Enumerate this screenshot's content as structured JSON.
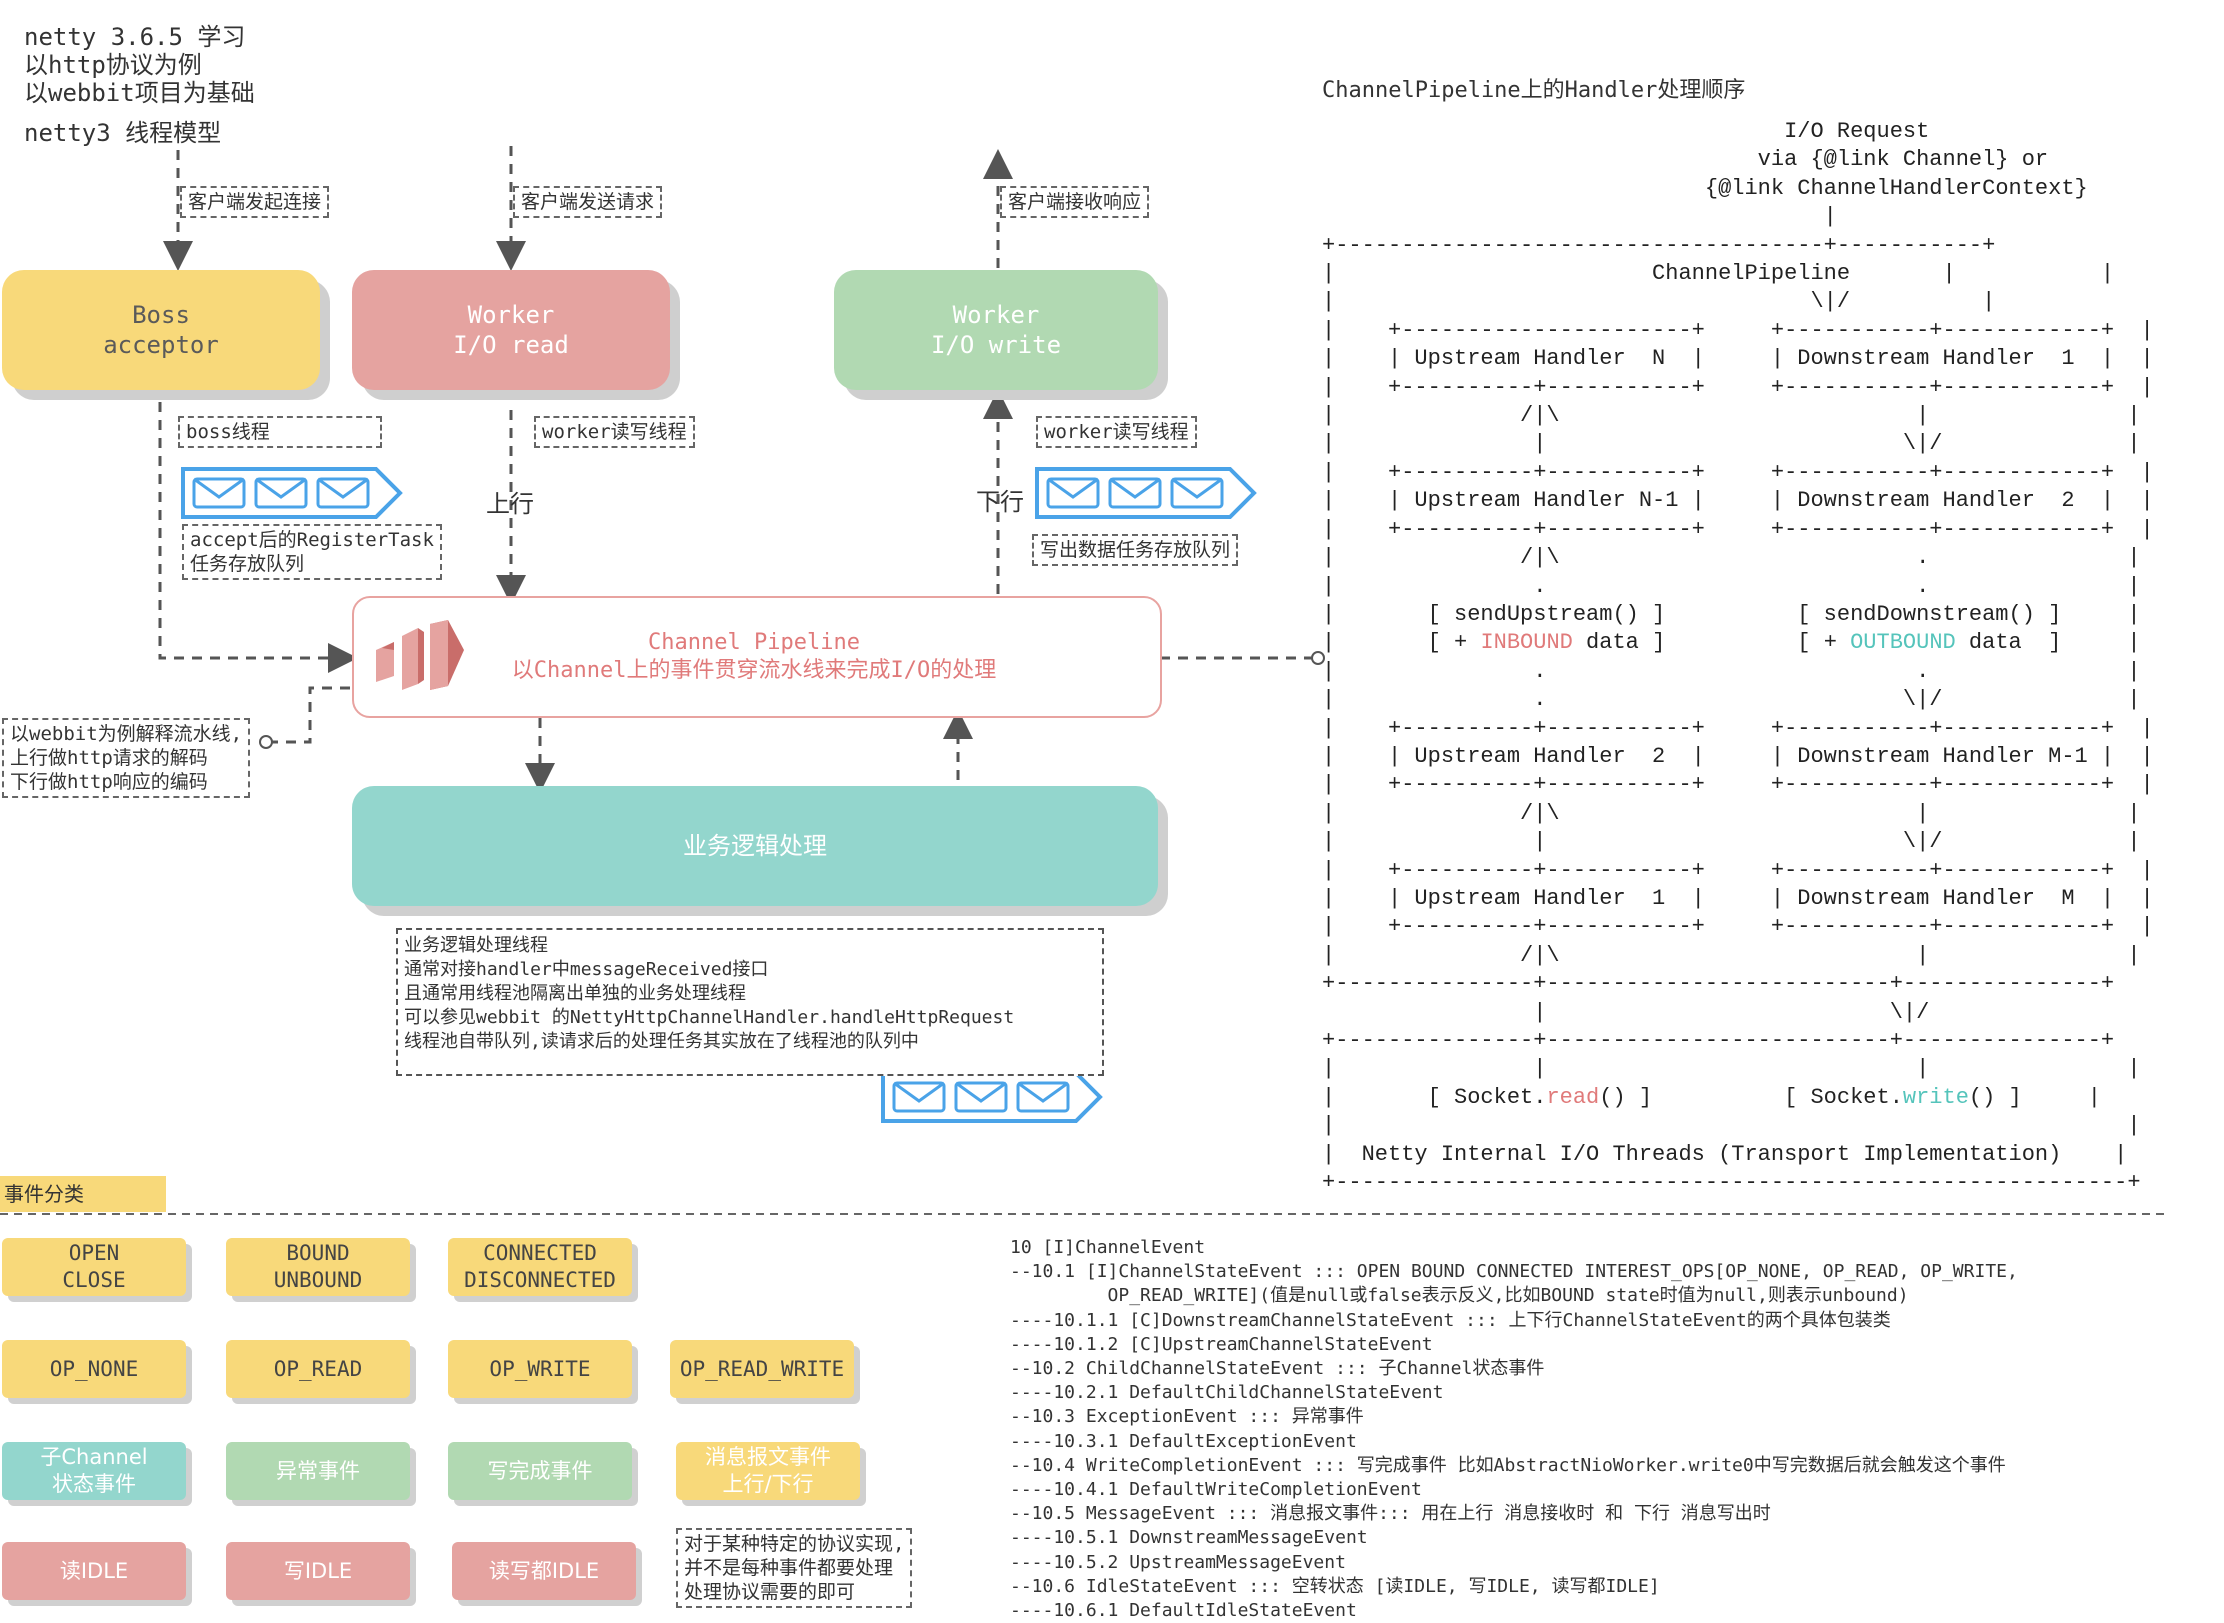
{
  "header": {
    "line1": "netty 3.6.5 学习",
    "line2": "以http协议为例",
    "line3": "以webbit项目为基础",
    "model_title": "netty3 线程模型"
  },
  "arrow_labels": {
    "client_connect": "客户端发起连接",
    "client_request": "客户端发送请求",
    "client_response": "客户端接收响应",
    "boss_thread": "boss线程",
    "worker_rw_1": "worker读写线程",
    "worker_rw_2": "worker读写线程",
    "upstream": "上行",
    "downstream": "下行",
    "register_task": "accept后的RegisterTask\n任务存放队列",
    "write_queue": "写出数据任务存放队列",
    "webbit_note": "以webbit为例解释流水线,\n上行做http请求的解码\n下行做http响应的编码"
  },
  "boxes": {
    "boss": {
      "line1": "Boss",
      "line2": "acceptor"
    },
    "worker_read": {
      "line1": "Worker",
      "line2": "I/O read"
    },
    "worker_write": {
      "line1": "Worker",
      "line2": "I/O write"
    },
    "pipeline_title": "Channel Pipeline",
    "pipeline_desc": "以Channel上的事件贯穿流水线来完成I/O的处理",
    "business": "业务逻辑处理"
  },
  "business_note": [
    "业务逻辑处理线程",
    "通常对接handler中messageReceived接口",
    "且通常用线程池隔离出单独的业务处理线程",
    "可以参见webbit 的NettyHttpChannelHandler.handleHttpRequest",
    "线程池自带队列,读请求后的处理任务其实放在了线程池的队列中"
  ],
  "pipeline_diagram": {
    "title": "ChannelPipeline上的Handler处理顺序",
    "req_line1": "I/O Request",
    "req_line2": "via {@link Channel} or",
    "req_line3": "{@link ChannelHandlerContext}",
    "inbound": "INBOUND",
    "outbound": "OUTBOUND",
    "read": "read",
    "write": "write"
  },
  "events": {
    "section_title": "事件分类",
    "row1": [
      {
        "l1": "OPEN",
        "l2": "CLOSE"
      },
      {
        "l1": "BOUND",
        "l2": "UNBOUND"
      },
      {
        "l1": "CONNECTED",
        "l2": "DISCONNECTED"
      }
    ],
    "row2": [
      "OP_NONE",
      "OP_READ",
      "OP_WRITE",
      "OP_READ_WRITE"
    ],
    "row3": [
      {
        "l1": "子Channel",
        "l2": "状态事件"
      },
      {
        "l1": "异常事件",
        "l2": ""
      },
      {
        "l1": "写完成事件",
        "l2": ""
      },
      {
        "l1": "消息报文事件",
        "l2": "上行/下行"
      }
    ],
    "row4": [
      "读IDLE",
      "写IDLE",
      "读写都IDLE"
    ],
    "protocol_note": "对于某种特定的协议实现,\n并不是每种事件都要处理\n处理协议需要的即可"
  },
  "event_tree": [
    "10 [I]ChannelEvent",
    "--10.1 [I]ChannelStateEvent ::: OPEN BOUND CONNECTED INTEREST_OPS[OP_NONE, OP_READ, OP_WRITE,",
    "         OP_READ_WRITE](值是null或false表示反义,比如BOUND state时值为null,则表示unbound)",
    "----10.1.1 [C]DownstreamChannelStateEvent ::: 上下行ChannelStateEvent的两个具体包装类",
    "----10.1.2 [C]UpstreamChannelStateEvent",
    "--10.2 ChildChannelStateEvent ::: 子Channel状态事件",
    "----10.2.1 DefaultChildChannelStateEvent",
    "--10.3 ExceptionEvent ::: 异常事件",
    "----10.3.1 DefaultExceptionEvent",
    "--10.4 WriteCompletionEvent ::: 写完成事件 比如AbstractNioWorker.write0中写完数据后就会触发这个事件",
    "----10.4.1 DefaultWriteCompletionEvent",
    "--10.5 MessageEvent ::: 消息报文事件::: 用在上行 消息接收时 和 下行 消息写出时",
    "----10.5.1 DownstreamMessageEvent",
    "----10.5.2 UpstreamMessageEvent",
    "--10.6 IdleStateEvent ::: 空转状态 [读IDLE, 写IDLE, 读写都IDLE]",
    "----10.6.1 DefaultIdleStateEvent"
  ],
  "colors": {
    "yellow": "#f8d97a",
    "red": "#e5a3a0",
    "green": "#b1d9b2",
    "teal": "#93d6cd",
    "queue_blue": "#4aa3e8"
  }
}
